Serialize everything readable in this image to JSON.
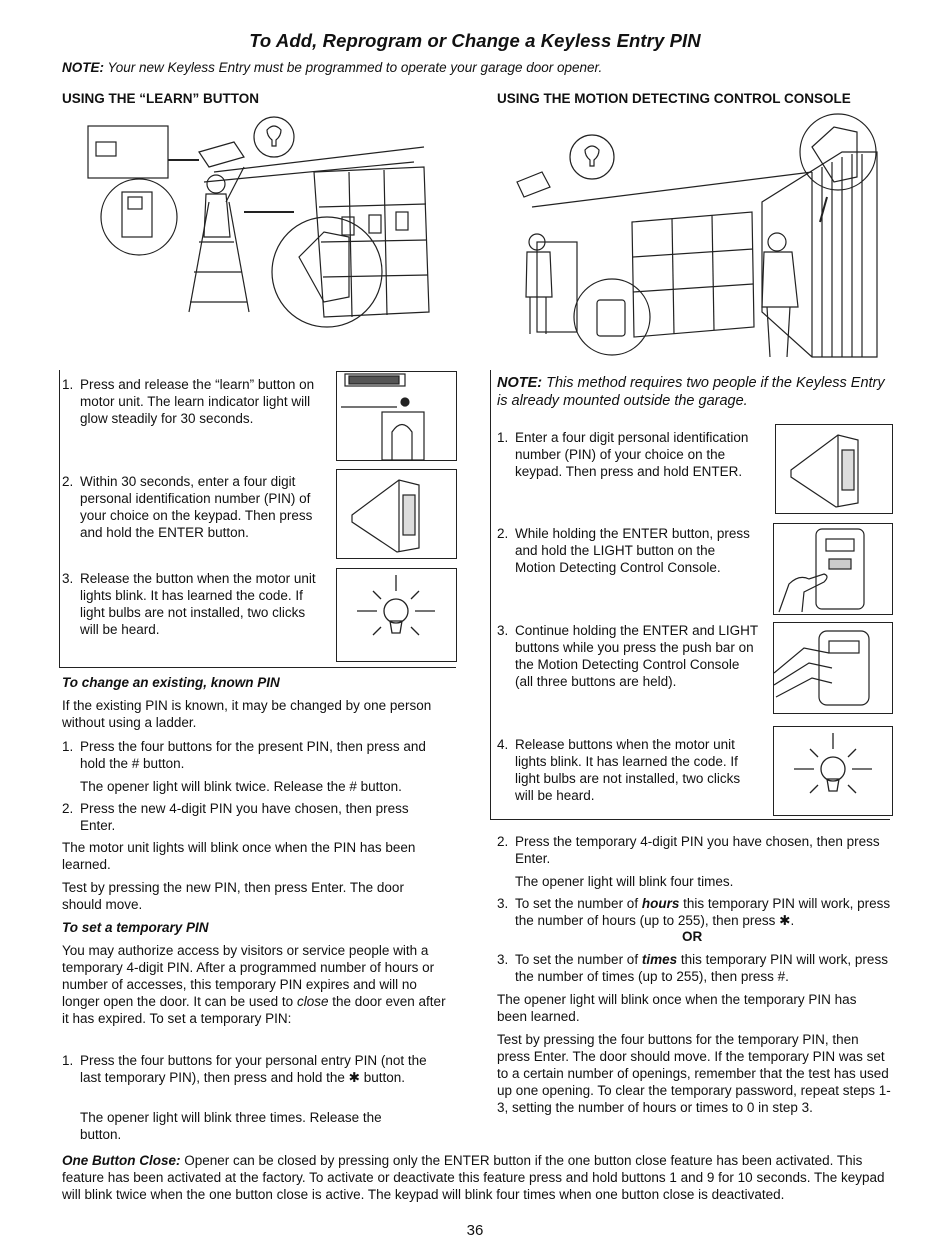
{
  "title": "To Add, Reprogram or Change a Keyless Entry PIN",
  "note": {
    "label": "NOTE:",
    "text": "Your new Keyless Entry must be programmed to operate your garage door opener."
  },
  "left_heading": "USING THE “LEARN” BUTTON",
  "right_heading": "USING THE MOTION DETECTING CONTROL CONSOLE",
  "learn_steps": [
    {
      "num": "1.",
      "text": "Press and release the “learn” button on motor unit. The learn indicator light will glow steadily for 30 seconds."
    },
    {
      "num": "2.",
      "text": "Within 30 seconds, enter a four digit personal identification number (PIN) of your choice on the keypad. Then press and hold the ENTER button."
    },
    {
      "num": "3.",
      "text": "Release the button when the motor unit lights blink. It has learned the code. If light bulbs are not installed, two clicks will be heard."
    }
  ],
  "console_note": {
    "label": "NOTE:",
    "text": "This method requires two people if the Keyless Entry is already mounted outside the garage."
  },
  "console_steps": [
    {
      "num": "1.",
      "text": "Enter a four digit personal identification number (PIN) of your choice on the keypad. Then press and hold ENTER."
    },
    {
      "num": "2.",
      "text": "While holding the ENTER button, press and hold the LIGHT button on the Motion Detecting Control Console."
    },
    {
      "num": "3.",
      "text": "Continue holding the ENTER and LIGHT buttons while you press the push bar on the Motion Detecting Control Console (all three buttons are held)."
    },
    {
      "num": "4.",
      "text": "Release buttons when the motor unit lights blink. It has learned the code. If light bulbs are not installed, two clicks will be heard."
    }
  ],
  "change_pin": {
    "heading": "To change an existing, known PIN",
    "intro": "If the existing PIN is known, it may be changed by one person without using a ladder.",
    "step1": {
      "num": "1.",
      "text": "Press the four buttons for the present PIN, then press and hold the # button."
    },
    "step1_note": "The opener light will blink twice. Release the # button.",
    "step2": {
      "num": "2.",
      "text": "Press the new 4-digit PIN you have chosen, then press Enter."
    },
    "p1": "The motor unit lights will blink once when the PIN has been learned.",
    "p2": "Test by pressing the new PIN, then press Enter. The door should move."
  },
  "temp_pin": {
    "heading": "To set a temporary PIN",
    "intro_a": "You may authorize access by visitors or service people with a temporary 4-digit PIN. After a programmed number of hours or number of accesses, this temporary PIN expires and will no longer open the door. It can be used to",
    "intro_em": "close",
    "intro_b": "the door even after it has expired. To set a temporary PIN:",
    "step1": {
      "num": "1.",
      "text": "Press the four buttons for your personal entry PIN (not the last temporary PIN), then press and hold the ✱ button."
    },
    "step1_note": "The opener light will blink three times. Release the button.",
    "step2": {
      "num": "2.",
      "text": "Press the temporary 4-digit PIN you have chosen, then press Enter."
    },
    "step2_note": "The opener light will blink four times.",
    "step3a": {
      "num": "3.",
      "pre": "To set the number of",
      "em": "hours",
      "post": "this temporary PIN will work, press the number of hours (up to 255), then press ✱."
    },
    "or": "OR",
    "step3b": {
      "num": "3.",
      "pre": "To set the number of",
      "em": "times",
      "post": "this temporary PIN will work, press the number of times (up to 255), then press #."
    },
    "p1": "The opener light will blink once when the temporary PIN has been learned.",
    "p2": "Test by pressing the four buttons for the temporary PIN, then press Enter. The door should move. If the temporary PIN was set to a certain number of openings, remember that the test has used up one opening. To clear the temporary password, repeat steps 1-3, setting the number of hours or times to 0 in step 3."
  },
  "one_button": {
    "label": "One Button Close:",
    "text": "Opener can be closed by pressing only the ENTER button if the one button close feature has been activated. This feature has been activated at the factory. To activate or deactivate this feature press and hold buttons 1 and 9 for 10 seconds. The keypad will blink twice when the one button close is active. The keypad will blink four times when one button close is deactivated."
  },
  "page_number": "36"
}
